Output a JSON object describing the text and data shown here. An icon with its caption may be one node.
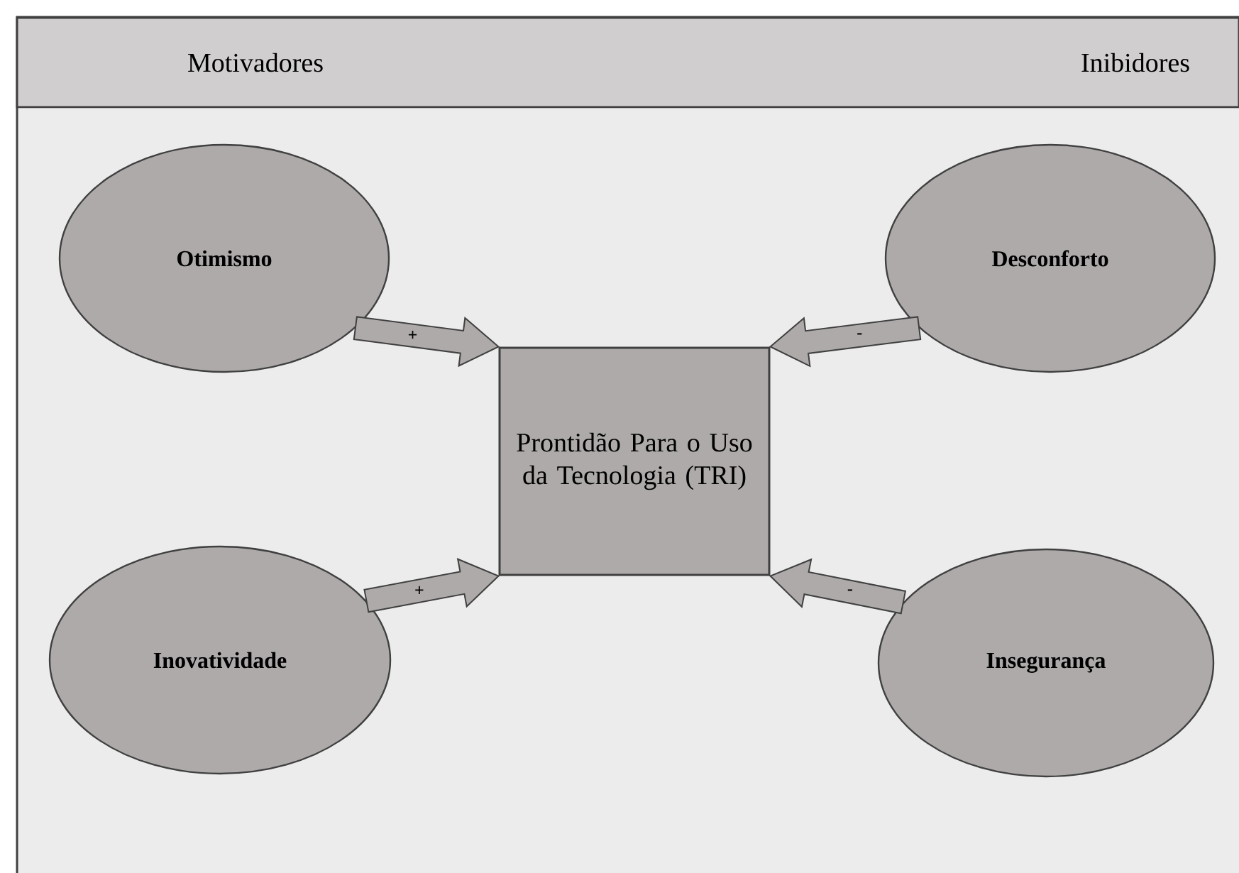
{
  "diagram": {
    "nodes": [
      {
        "text": [
          "Motivadores",
          "Inibidores"
        ]
      },
      {
        "text": [
          "Otimismo"
        ]
      },
      {
        "text": [
          "Desconforto"
        ]
      },
      {
        "text": [
          "Prontidão Para o Uso da Tecnologia (TRI)"
        ]
      },
      {
        "text": [
          "Inovatividade"
        ]
      },
      {
        "text": [
          "Insegurança"
        ]
      }
    ],
    "edges": [
      {
        "from": 1,
        "to": 3,
        "arrow": "to",
        "label": "+"
      },
      {
        "from": 2,
        "to": 3,
        "arrow": "to",
        "label": "-"
      },
      {
        "from": 4,
        "to": 3,
        "arrow": "to",
        "label": "+"
      },
      {
        "from": 5,
        "to": 3,
        "arrow": "to",
        "label": "-"
      }
    ]
  }
}
